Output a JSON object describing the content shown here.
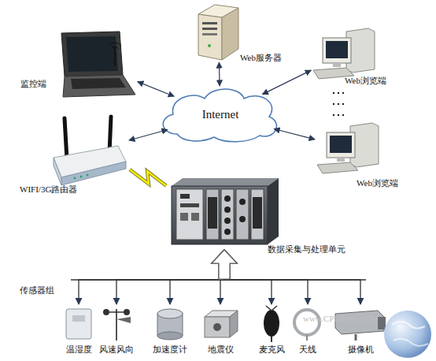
{
  "diagram": {
    "nodes": [
      {
        "text": [
          "监控端"
        ]
      },
      {
        "text": [
          "Web服务器"
        ]
      },
      {
        "text": [
          "Web浏览端"
        ]
      },
      {
        "text": [
          "Internet"
        ]
      },
      {
        "text": [
          "Web浏览端"
        ]
      },
      {
        "text": [
          "WIFI/3G路由器"
        ]
      },
      {
        "text": [
          "数据采集与处理单元"
        ]
      },
      {
        "text": [
          "温湿度"
        ]
      },
      {
        "text": [
          "风速风向"
        ]
      },
      {
        "text": [
          "加速度计"
        ]
      },
      {
        "text": [
          "地震仪"
        ]
      },
      {
        "text": [
          "麦克风"
        ]
      },
      {
        "text": [
          "天线"
        ]
      },
      {
        "text": [
          "摄像机"
        ]
      }
    ],
    "edges": [
      {
        "from": 0,
        "to": 3,
        "arrow": "both"
      },
      {
        "from": 1,
        "to": 3,
        "arrow": "both"
      },
      {
        "from": 2,
        "to": 3,
        "arrow": "both"
      },
      {
        "from": 4,
        "to": 3,
        "arrow": "both"
      },
      {
        "from": 5,
        "to": 3,
        "arrow": "both"
      },
      {
        "from": 5,
        "to": 6,
        "arrow": "none"
      },
      {
        "from": 7,
        "to": 6,
        "arrow": "both"
      },
      {
        "from": 8,
        "to": 6,
        "arrow": "both"
      },
      {
        "from": 9,
        "to": 6,
        "arrow": "both"
      },
      {
        "from": 10,
        "to": 6,
        "arrow": "both"
      },
      {
        "from": 11,
        "to": 6,
        "arrow": "both"
      },
      {
        "from": 12,
        "to": 6,
        "arrow": "both"
      },
      {
        "from": 13,
        "to": 6,
        "arrow": "both"
      }
    ],
    "labels": [
      "传感器组",
      "www.CPUBBS.COM"
    ]
  }
}
